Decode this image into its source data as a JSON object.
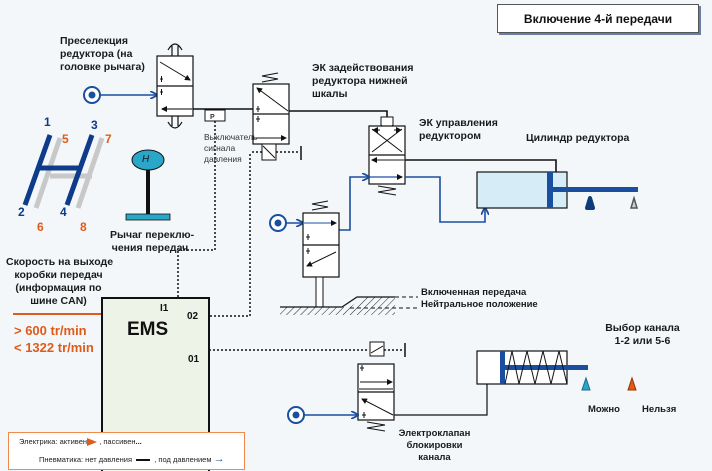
{
  "title": "Включение 4-й передачи",
  "labels": {
    "preselection": [
      "Преселекция",
      "редуктора (на",
      "головке рычага)"
    ],
    "ek_low_range": [
      "ЭК задействования",
      "редуктора нижней",
      "шкалы"
    ],
    "ek_range_control": [
      "ЭК управления",
      "редуктором"
    ],
    "range_cylinder": "Цилиндр редуктора",
    "pressure_switch": [
      "Выключатель",
      "сигнала",
      "давления"
    ],
    "pressure_tag": "P",
    "gear_lever": [
      "Рычаг переклю-",
      "чения передач"
    ],
    "lever_knob": "H",
    "output_speed": [
      "Скорость на выходе",
      "коробки передач",
      "(информация по",
      "шине CAN)"
    ],
    "speed_min": "> 600 tr/min",
    "speed_max": "< 1322 tr/min",
    "gear_engaged": "Включенная передача",
    "neutral": "Нейтральное положение",
    "channel_select": [
      "Выбор канала",
      "1-2 или 5-6"
    ],
    "allowed": "Можно",
    "forbidden": "Нельзя",
    "channel_lock_valve": [
      "Электроклапан",
      "блокировки",
      "канала"
    ]
  },
  "shift_pattern": {
    "low_gears": [
      "1",
      "2",
      "3",
      "4"
    ],
    "high_gears": [
      "5",
      "6",
      "7",
      "8"
    ]
  },
  "ems": {
    "name": "EMS",
    "input": "I1",
    "output_2": "02",
    "output_1": "01"
  },
  "legend": {
    "electric_label": "Электрика: активен",
    "electric_passive": ", пассивен",
    "pneumatic_label": "Пневматика:  нет давления",
    "pneumatic_pressure": ",  под давлением"
  },
  "colors": {
    "pressure_blue": "#1a4fa0",
    "inactive_black": "#111111",
    "electric_orange": "#e05a1a",
    "cylinder_fill": "#d6ecf7",
    "lever_cyan": "#2aa6c9",
    "gray_pattern": "#c8c8c8",
    "legend_border": "#f08a4b"
  }
}
